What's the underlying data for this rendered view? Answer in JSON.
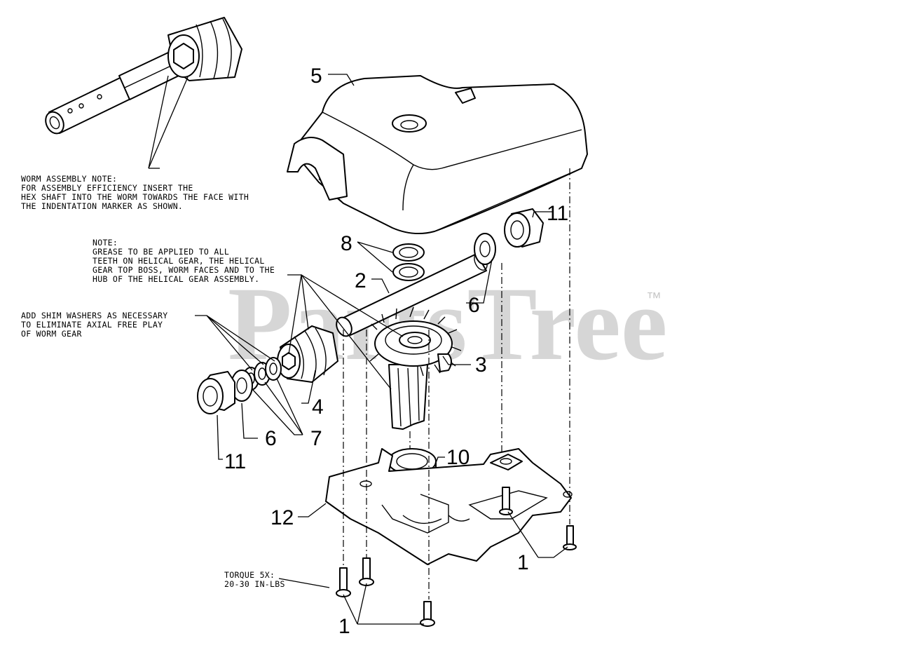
{
  "watermark": {
    "text": "PartsTree",
    "trademark": "™"
  },
  "notes": {
    "worm_assembly": [
      "WORM ASSEMBLY NOTE:",
      "FOR ASSEMBLY EFFICIENCY INSERT THE",
      "HEX SHAFT INTO THE WORM TOWARDS THE FACE WITH",
      "THE INDENTATION MARKER AS SHOWN."
    ],
    "grease": [
      "NOTE:",
      "GREASE TO BE APPLIED TO ALL",
      "TEETH ON HELICAL GEAR, THE HELICAL",
      "GEAR TOP BOSS, WORM FACES AND TO THE",
      "HUB OF THE HELICAL GEAR ASSEMBLY."
    ],
    "shim": [
      "ADD SHIM WASHERS AS NECESSARY",
      "TO ELIMINATE AXIAL FREE PLAY",
      "OF WORM GEAR"
    ],
    "torque": [
      "TORQUE 5X:",
      "20-30 IN-LBS"
    ]
  },
  "callouts": {
    "c5": "5",
    "c11_top": "11",
    "c8": "8",
    "c2": "2",
    "c6_right": "6",
    "c3": "3",
    "c4": "4",
    "c6_left": "6",
    "c7": "7",
    "c11_left": "11",
    "c10": "10",
    "c12": "12",
    "c1_right": "1",
    "c1_bottom": "1"
  }
}
